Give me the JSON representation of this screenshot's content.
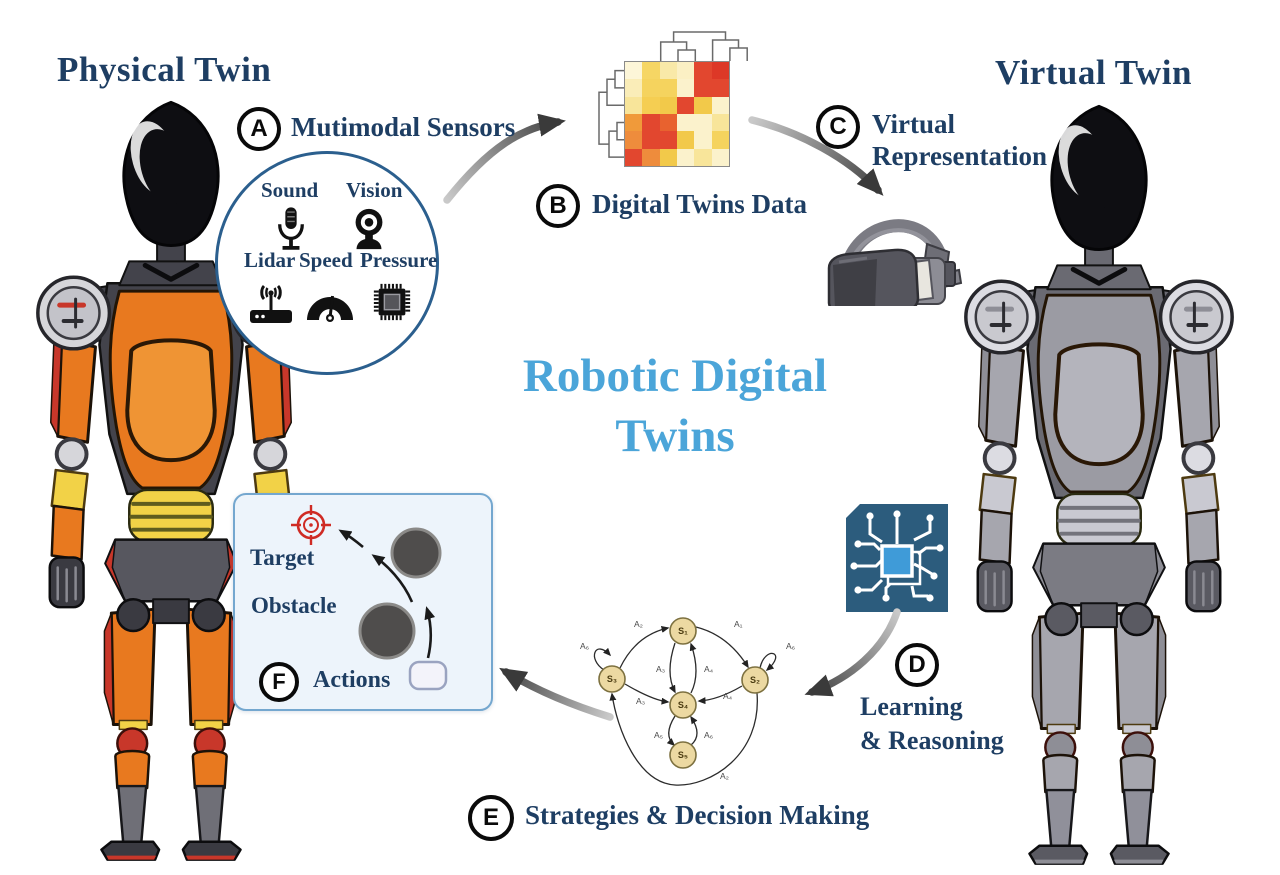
{
  "titles": {
    "physical": "Physical Twin",
    "virtual": "Virtual Twin",
    "main_line1": "Robotic Digital",
    "main_line2": "Twins"
  },
  "colors": {
    "navy": "#1e3e63",
    "title_blue": "#4ba5d9",
    "arrow_dark": "#3d3d3d",
    "arrow_light": "#c9c9c9",
    "badge_black": "#0a0a0a",
    "panel_bg": "#edf4fb",
    "panel_border": "#74a7cf",
    "sensor_circle_border": "#2b5f8e",
    "state_node_fill": "#ecd9a2",
    "state_node_border": "#7d7140",
    "target_red": "#cf2b24"
  },
  "steps": {
    "A": {
      "letter": "A",
      "label": "Mutimodal Sensors"
    },
    "B": {
      "letter": "B",
      "label": "Digital Twins Data"
    },
    "C": {
      "letter": "C",
      "label_line1": "Virtual",
      "label_line2": "Representation"
    },
    "D": {
      "letter": "D",
      "label_line1": "Learning",
      "label_line2": "& Reasoning"
    },
    "E": {
      "letter": "E",
      "label": "Strategies & Decision Making"
    },
    "F": {
      "letter": "F",
      "label": "Actions"
    }
  },
  "sensors": {
    "items": [
      {
        "name": "Sound",
        "icon": "microphone-icon"
      },
      {
        "name": "Vision",
        "icon": "webcam-icon"
      },
      {
        "name": "Lidar",
        "icon": "lidar-router-icon"
      },
      {
        "name": "Speed",
        "icon": "gauge-icon"
      },
      {
        "name": "Pressure",
        "icon": "pressure-chip-icon"
      }
    ]
  },
  "action_panel": {
    "target_label": "Target",
    "obstacle_label": "Obstacle"
  },
  "heatmap": {
    "rows": [
      [
        "#FDF6D8",
        "#F6D664",
        "#F9E9A8",
        "#FBF0C4",
        "#E2472F",
        "#DD3827"
      ],
      [
        "#FAEDB8",
        "#F5D35E",
        "#F5D35E",
        "#FBF2CC",
        "#E2472F",
        "#E2472F"
      ],
      [
        "#F8E59A",
        "#F5CE52",
        "#F2C94A",
        "#E2472F",
        "#F2C94A",
        "#FBF2CC"
      ],
      [
        "#F09A3A",
        "#E2472F",
        "#E8622F",
        "#FBF2CC",
        "#FBF2CC",
        "#F8E59A"
      ],
      [
        "#EE8C3C",
        "#E2472F",
        "#E2472F",
        "#F2C94A",
        "#FBF2CC",
        "#F5D35E"
      ],
      [
        "#E2472F",
        "#EE8C3C",
        "#F2C94A",
        "#FBF2CC",
        "#F8E59A",
        "#FBF2CC"
      ]
    ]
  },
  "state_machine": {
    "nodes": [
      {
        "label": "S₁"
      },
      {
        "label": "S₂"
      },
      {
        "label": "S₃"
      },
      {
        "label": "S₄"
      },
      {
        "label": "S₅"
      }
    ],
    "edge_labels": [
      "A₂",
      "A₁",
      "A₃",
      "A₄",
      "A₃",
      "A₄",
      "A₅",
      "A₆",
      "A₂",
      "A₆",
      "A₆"
    ]
  },
  "palettes": {
    "physical": {
      "head": "#0e0e12",
      "joint": "#43434b",
      "chest": "#e8791f",
      "chest2": "#ef9434",
      "band": "#f2d247",
      "bandline": "#5f5c1e",
      "pelvis": "#57575f",
      "accent": "#c8372a",
      "limb": "#e8791f",
      "shin": "#6f6f77",
      "dark": "#3a3a41",
      "metal": "#d6d6da",
      "pod": "#c3c3c9"
    },
    "virtual": {
      "head": "#0e0e12",
      "joint": "#6a6a72",
      "chest": "#9b9ba3",
      "chest2": "#b4b4bc",
      "band": "#c9c9d1",
      "bandline": "#73737b",
      "pelvis": "#7b7b83",
      "accent": "#8e8e96",
      "limb": "#a6a6ae",
      "shin": "#90909a",
      "dark": "#5a5a62",
      "metal": "#dcdce2",
      "pod": "#c9c9cf"
    }
  }
}
